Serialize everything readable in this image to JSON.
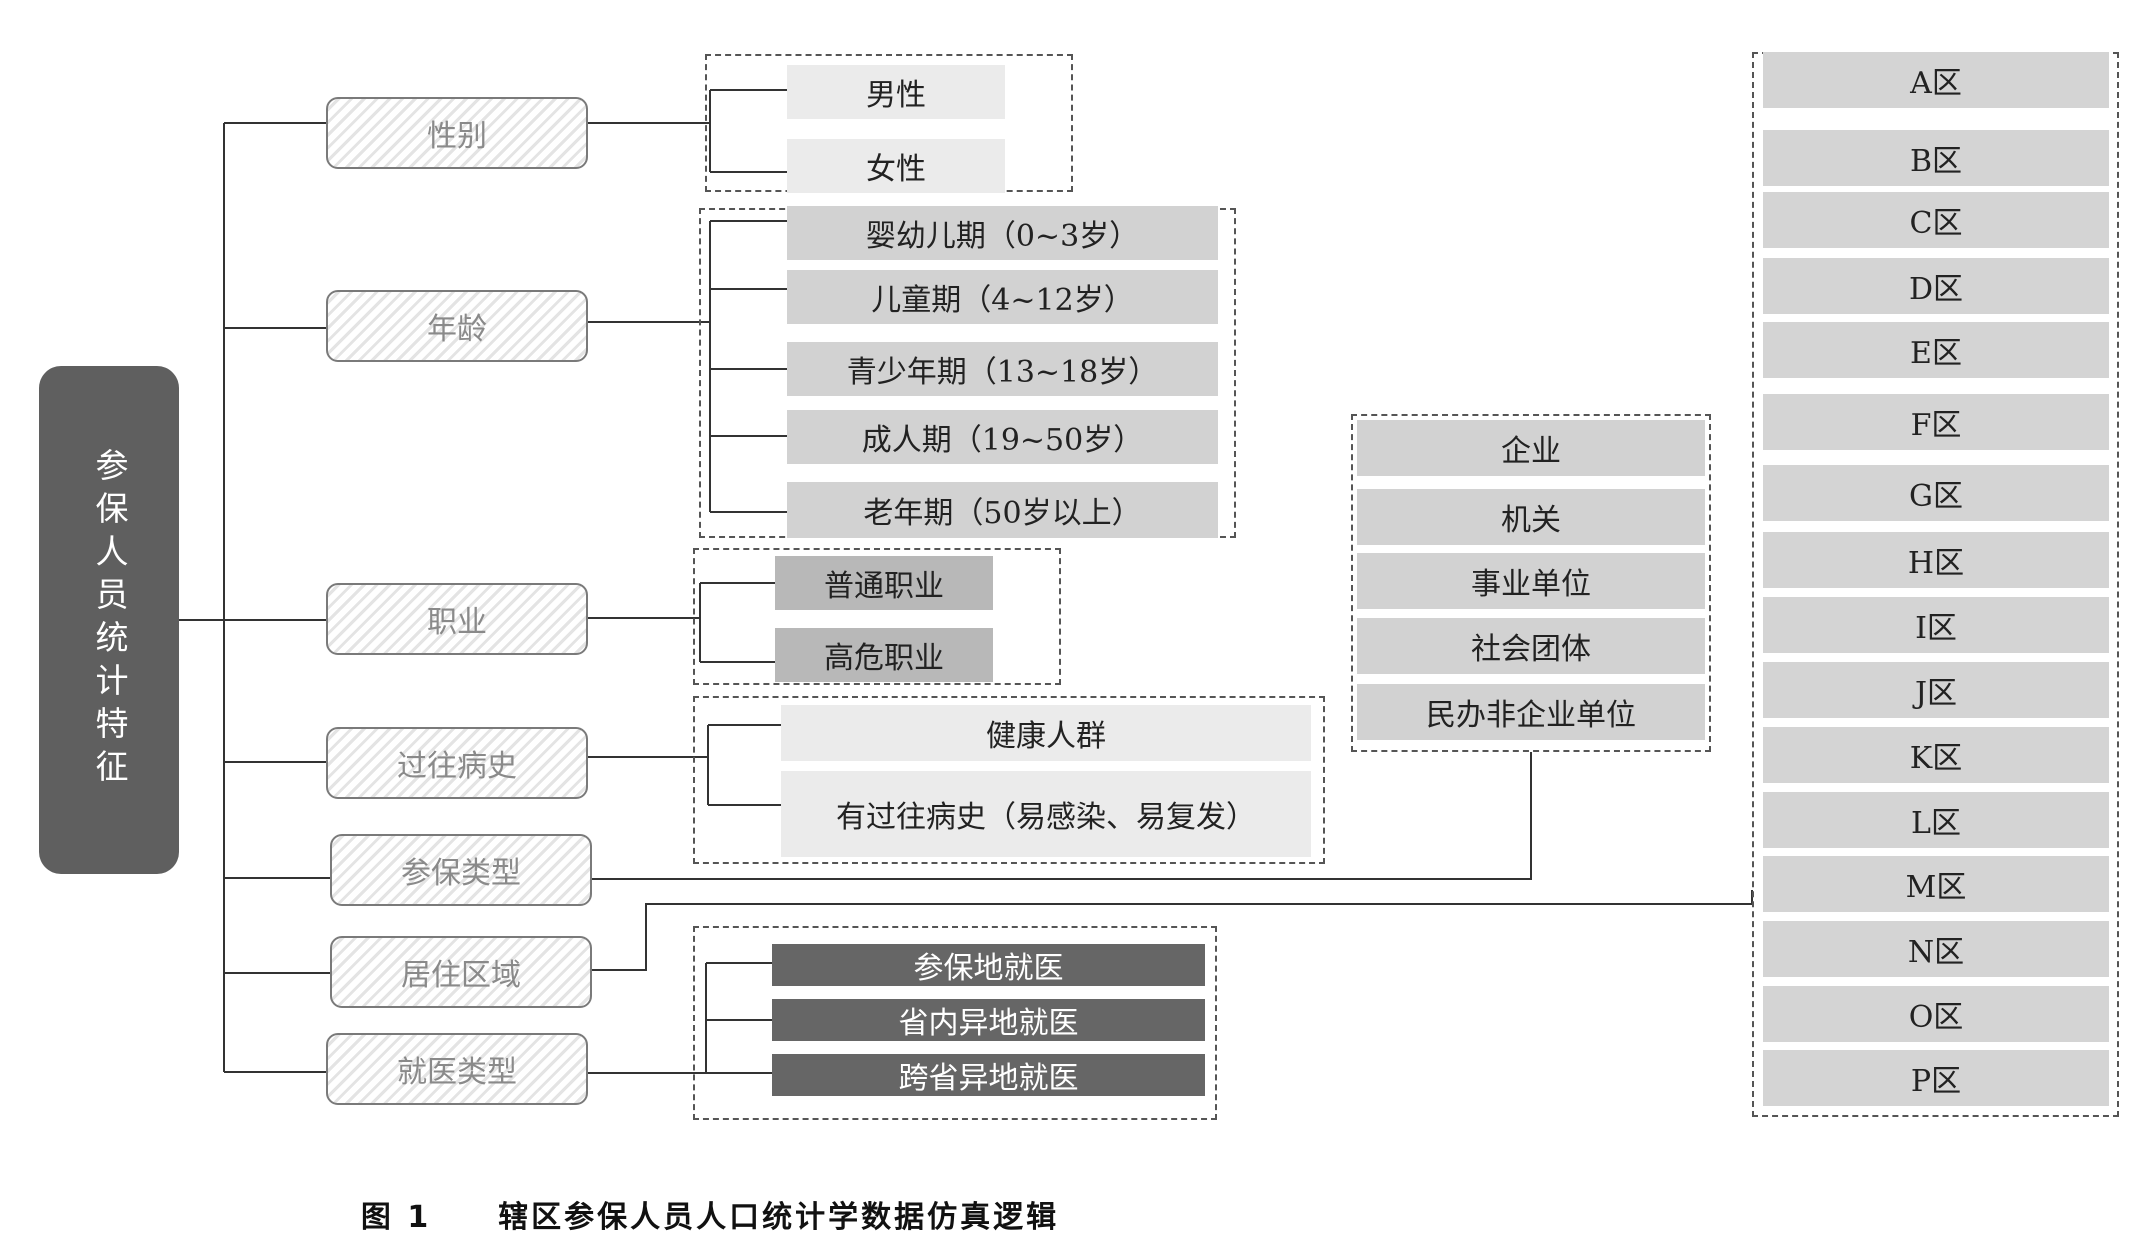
{
  "root": {
    "label": "参保人员统计特征"
  },
  "categories": {
    "gender": "性别",
    "age": "年龄",
    "occupation": "职业",
    "history": "过往病史",
    "insurance_type": "参保类型",
    "residence": "居住区域",
    "visit_type": "就医类型"
  },
  "gender_items": [
    "男性",
    "女性"
  ],
  "age_items": [
    "婴幼儿期（0~3岁）",
    "儿童期（4~12岁）",
    "青少年期（13~18岁）",
    "成人期（19~50岁）",
    "老年期（50岁以上）"
  ],
  "occupation_items": [
    "普通职业",
    "高危职业"
  ],
  "history_items": [
    "健康人群",
    "有过往病史（易感染、易复发）"
  ],
  "insurance_items": [
    "企业",
    "机关",
    "事业单位",
    "社会团体",
    "民办非企业单位"
  ],
  "region_items": [
    "A区",
    "B区",
    "C区",
    "D区",
    "E区",
    "F区",
    "G区",
    "H区",
    "I区",
    "J区",
    "K区",
    "L区",
    "M区",
    "N区",
    "O区",
    "P区"
  ],
  "visit_items": [
    "参保地就医",
    "省内异地就医",
    "跨省异地就医"
  ],
  "caption": {
    "number": "图 1",
    "title": "辖区参保人员人口统计学数据仿真逻辑"
  }
}
